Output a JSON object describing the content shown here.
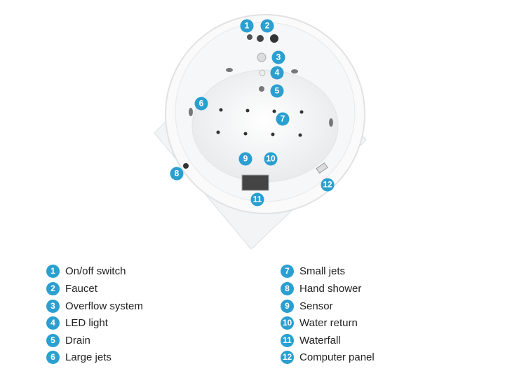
{
  "colors": {
    "accent": "#2a9fd0",
    "tub": "#f4f5f6",
    "tub_edge": "#d9dcdf"
  },
  "markers": [
    {
      "num": "1",
      "label": "On/off switch"
    },
    {
      "num": "2",
      "label": "Faucet"
    },
    {
      "num": "3",
      "label": "Overflow system"
    },
    {
      "num": "4",
      "label": "LED light"
    },
    {
      "num": "5",
      "label": "Drain"
    },
    {
      "num": "6",
      "label": "Large jets"
    },
    {
      "num": "7",
      "label": "Small jets"
    },
    {
      "num": "8",
      "label": "Hand shower"
    },
    {
      "num": "9",
      "label": "Sensor"
    },
    {
      "num": "10",
      "label": "Water return"
    },
    {
      "num": "11",
      "label": "Waterfall"
    },
    {
      "num": "12",
      "label": "Computer panel"
    }
  ]
}
